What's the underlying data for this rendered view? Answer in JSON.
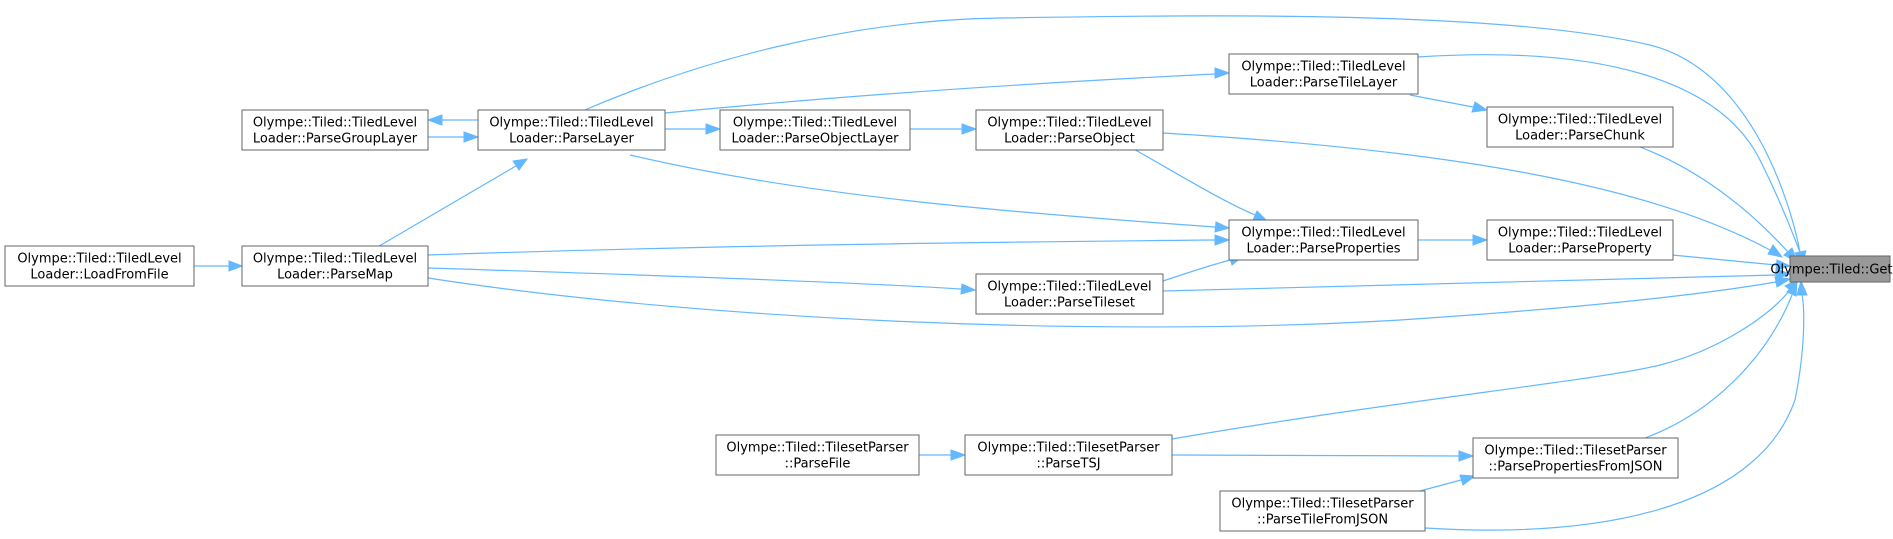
{
  "graph": {
    "title": "",
    "colors": {
      "edge": "#63b8ff",
      "node_border": "#666666",
      "node_fill": "#ffffff",
      "target_fill": "#999999"
    },
    "nodes": {
      "getint": {
        "lines": [
          "Olympe::Tiled::GetInt"
        ]
      },
      "loadfromfile": {
        "lines": [
          "Olympe::Tiled::TiledLevel",
          "Loader::LoadFromFile"
        ]
      },
      "parsegrouplayer": {
        "lines": [
          "Olympe::Tiled::TiledLevel",
          "Loader::ParseGroupLayer"
        ]
      },
      "parsemap": {
        "lines": [
          "Olympe::Tiled::TiledLevel",
          "Loader::ParseMap"
        ]
      },
      "parselayer": {
        "lines": [
          "Olympe::Tiled::TiledLevel",
          "Loader::ParseLayer"
        ]
      },
      "parseobjectlayer": {
        "lines": [
          "Olympe::Tiled::TiledLevel",
          "Loader::ParseObjectLayer"
        ]
      },
      "parseobject": {
        "lines": [
          "Olympe::Tiled::TiledLevel",
          "Loader::ParseObject"
        ]
      },
      "parsetileset": {
        "lines": [
          "Olympe::Tiled::TiledLevel",
          "Loader::ParseTileset"
        ]
      },
      "parsetilelayer": {
        "lines": [
          "Olympe::Tiled::TiledLevel",
          "Loader::ParseTileLayer"
        ]
      },
      "parseproperties": {
        "lines": [
          "Olympe::Tiled::TiledLevel",
          "Loader::ParseProperties"
        ]
      },
      "parsechunk": {
        "lines": [
          "Olympe::Tiled::TiledLevel",
          "Loader::ParseChunk"
        ]
      },
      "parseproperty": {
        "lines": [
          "Olympe::Tiled::TiledLevel",
          "Loader::ParseProperty"
        ]
      },
      "tsparsefile": {
        "lines": [
          "Olympe::Tiled::TilesetParser",
          "::ParseFile"
        ]
      },
      "tsparsetsj": {
        "lines": [
          "Olympe::Tiled::TilesetParser",
          "::ParseTSJ"
        ]
      },
      "tsparsetilefromjson": {
        "lines": [
          "Olympe::Tiled::TilesetParser",
          "::ParseTileFromJSON"
        ]
      },
      "tsparsepropsfromjson": {
        "lines": [
          "Olympe::Tiled::TilesetParser",
          "::ParsePropertiesFromJSON"
        ]
      }
    },
    "edges": [
      {
        "from": "loadfromfile",
        "to": "parsemap"
      },
      {
        "from": "parsemap",
        "to": "parselayer"
      },
      {
        "from": "parsemap",
        "to": "parseproperties"
      },
      {
        "from": "parsemap",
        "to": "parsetileset"
      },
      {
        "from": "parsemap",
        "to": "getint"
      },
      {
        "from": "parsegrouplayer",
        "to": "parselayer"
      },
      {
        "from": "parselayer",
        "to": "parsegrouplayer"
      },
      {
        "from": "parselayer",
        "to": "parseobjectlayer"
      },
      {
        "from": "parselayer",
        "to": "parsetilelayer"
      },
      {
        "from": "parselayer",
        "to": "parseproperties"
      },
      {
        "from": "parselayer",
        "to": "getint"
      },
      {
        "from": "parseobjectlayer",
        "to": "parseobject"
      },
      {
        "from": "parseobject",
        "to": "parseproperties"
      },
      {
        "from": "parseobject",
        "to": "getint"
      },
      {
        "from": "parsetileset",
        "to": "parseproperties"
      },
      {
        "from": "parsetileset",
        "to": "getint"
      },
      {
        "from": "parsetilelayer",
        "to": "parsechunk"
      },
      {
        "from": "parsetilelayer",
        "to": "getint"
      },
      {
        "from": "parseproperties",
        "to": "parseproperty"
      },
      {
        "from": "parsechunk",
        "to": "getint"
      },
      {
        "from": "parseproperty",
        "to": "getint"
      },
      {
        "from": "tsparsefile",
        "to": "tsparsetsj"
      },
      {
        "from": "tsparsetsj",
        "to": "tsparsepropsfromjson"
      },
      {
        "from": "tsparsetsj",
        "to": "getint"
      },
      {
        "from": "tsparsetilefromjson",
        "to": "tsparsepropsfromjson"
      },
      {
        "from": "tsparsetilefromjson",
        "to": "getint"
      },
      {
        "from": "tsparsepropsfromjson",
        "to": "getint"
      }
    ]
  }
}
